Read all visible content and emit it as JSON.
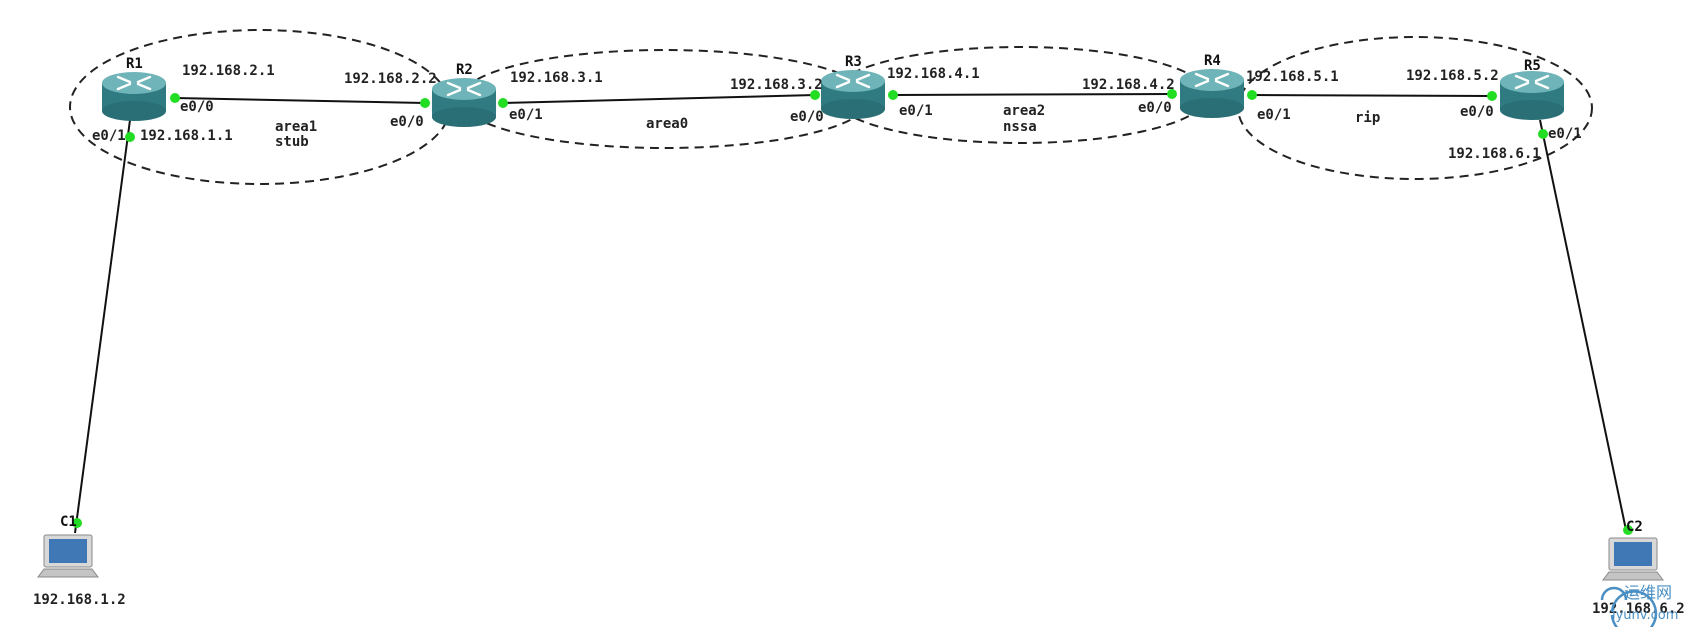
{
  "routers": [
    {
      "name": "R1"
    },
    {
      "name": "R2"
    },
    {
      "name": "R3"
    },
    {
      "name": "R4"
    },
    {
      "name": "R5"
    }
  ],
  "pcs": [
    {
      "name": "C1",
      "ip": "192.168.1.2"
    },
    {
      "name": "C2",
      "ip": "192.168.6.2"
    }
  ],
  "interfaces": {
    "r1_e00": "e0/0",
    "r1_e01": "e0/1",
    "r2_e00": "e0/0",
    "r2_e01": "e0/1",
    "r3_e00": "e0/0",
    "r3_e01": "e0/1",
    "r4_e00": "e0/0",
    "r4_e01": "e0/1",
    "r5_e00": "e0/0",
    "r5_e01": "e0/1"
  },
  "addresses": {
    "r1_e00": "192.168.2.1",
    "r1_e01": "192.168.1.1",
    "r2_e00": "192.168.2.2",
    "r2_e01": "192.168.3.1",
    "r3_e00": "192.168.3.2",
    "r3_e01": "192.168.4.1",
    "r4_e00": "192.168.4.2",
    "r4_e01": "192.168.5.1",
    "r5_e00": "192.168.5.2",
    "r5_e01": "192.168.6.1"
  },
  "areas": {
    "area1_line1": "area1",
    "area1_line2": "stub",
    "area0": "area0",
    "area2_line1": "area2",
    "area2_line2": "nssa",
    "rip": "rip"
  },
  "watermark": {
    "text1": "运维网",
    "text2": "iyunv.com"
  },
  "colors": {
    "link": "#111111",
    "port": "#22dd22",
    "router": "#3b8c92",
    "area_border": "#222222"
  }
}
